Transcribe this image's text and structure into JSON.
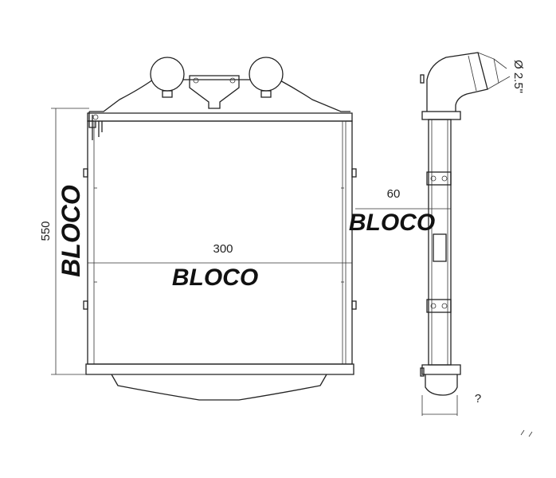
{
  "dimensions": {
    "height": "550",
    "width": "300",
    "depth": "60",
    "pipe_diameter": "Ø 2.5\"",
    "unknown": "?"
  },
  "watermark": {
    "text": "BLOCO"
  }
}
